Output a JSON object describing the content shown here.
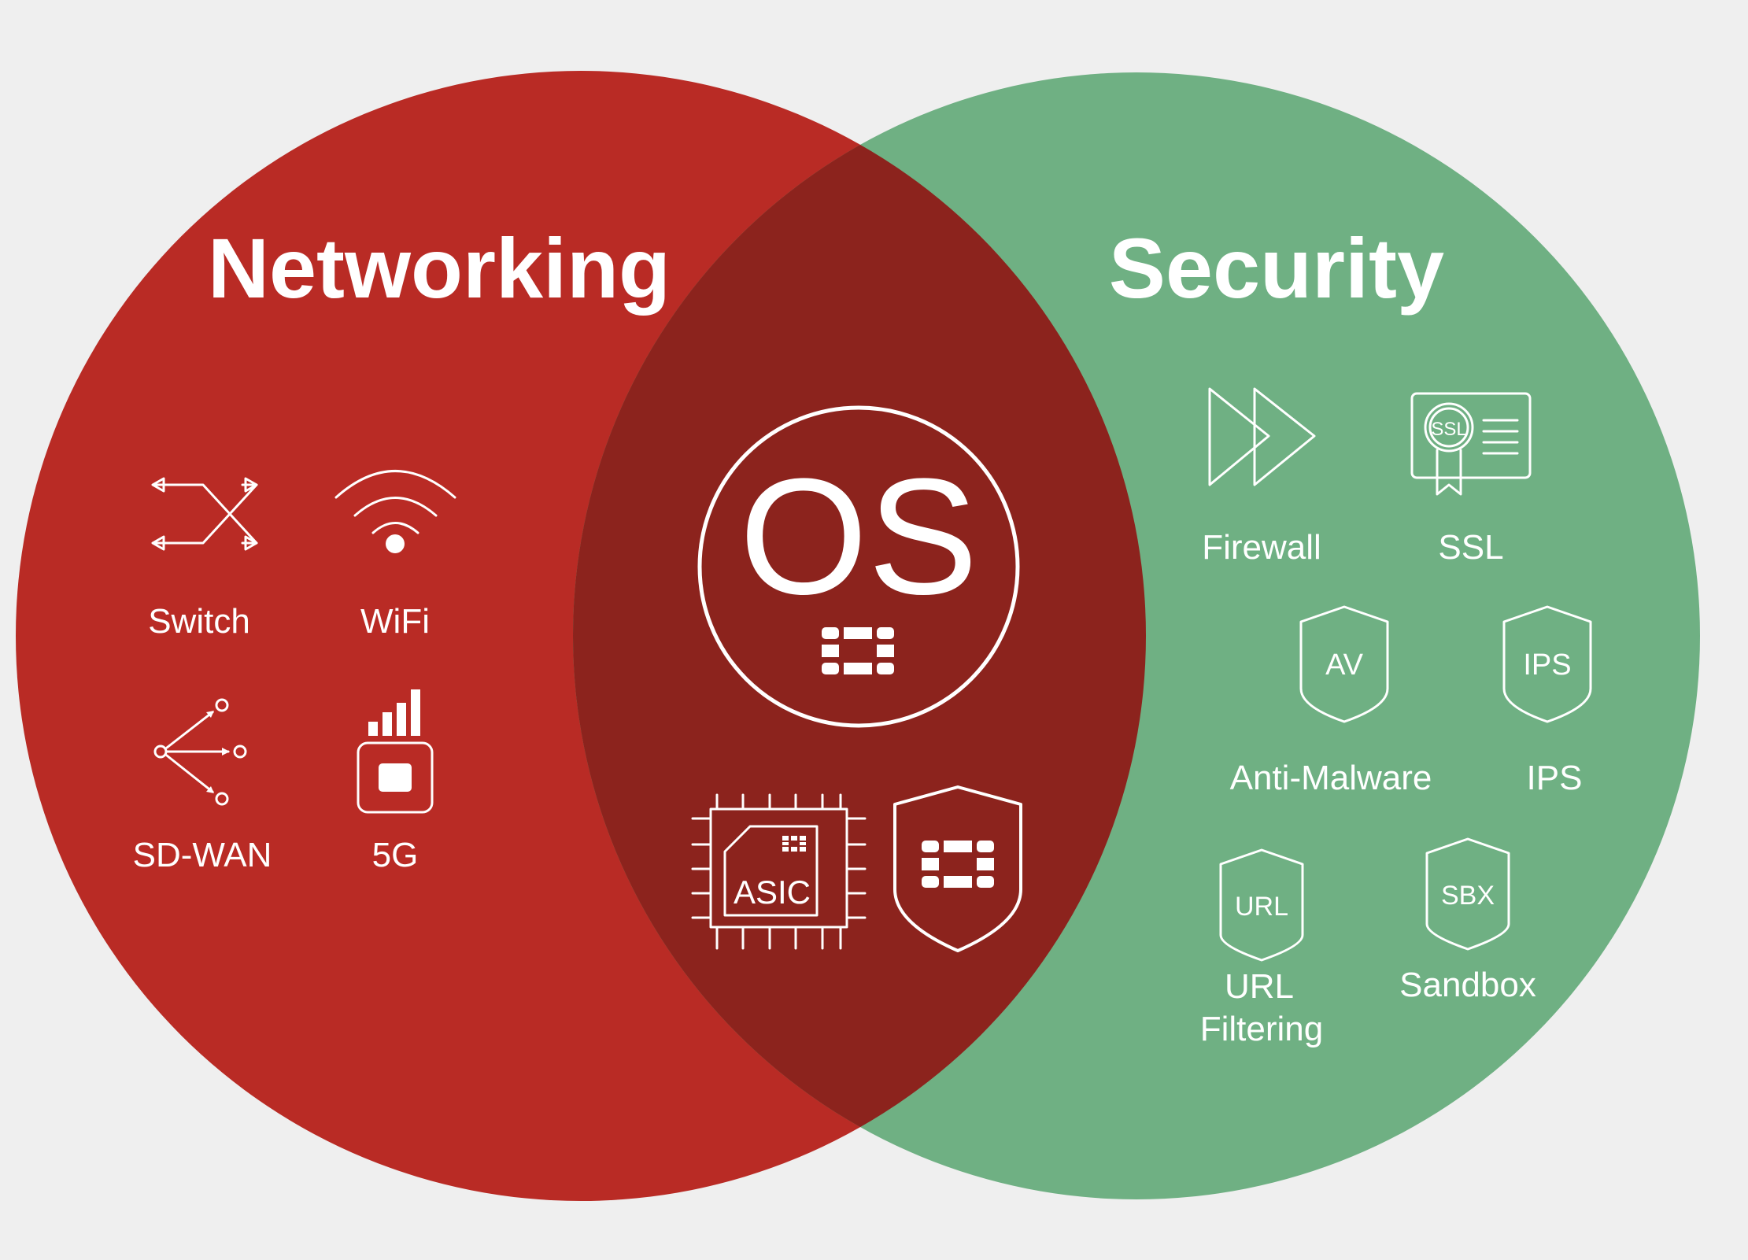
{
  "colors": {
    "background": "#efefef",
    "networking": "#b92b25",
    "security": "#6fb083",
    "overlap": "#8c231d",
    "foreground": "#ffffff"
  },
  "networking": {
    "title": "Networking",
    "items": [
      {
        "label": "Switch",
        "icon": "switch-icon"
      },
      {
        "label": "WiFi",
        "icon": "wifi-icon"
      },
      {
        "label": "SD-WAN",
        "icon": "sd-wan-icon"
      },
      {
        "label": "5G",
        "icon": "5g-icon"
      }
    ]
  },
  "security": {
    "title": "Security",
    "items": [
      {
        "label": "Firewall",
        "icon": "firewall-icon"
      },
      {
        "label": "SSL",
        "icon": "ssl-certificate-icon",
        "badge": "SSL"
      },
      {
        "label": "Anti-Malware",
        "icon": "av-shield-icon",
        "badge": "AV"
      },
      {
        "label": "IPS",
        "icon": "ips-shield-icon",
        "badge": "IPS"
      },
      {
        "label_line1": "URL",
        "label_line2": "Filtering",
        "icon": "url-shield-icon",
        "badge": "URL"
      },
      {
        "label": "Sandbox",
        "icon": "sbx-shield-icon",
        "badge": "SBX"
      }
    ]
  },
  "center": {
    "os_label": "OS",
    "asic_label": "ASIC",
    "icons": [
      "os-circle-icon",
      "fortinet-logo-icon",
      "asic-chip-icon",
      "fortinet-shield-icon"
    ]
  }
}
